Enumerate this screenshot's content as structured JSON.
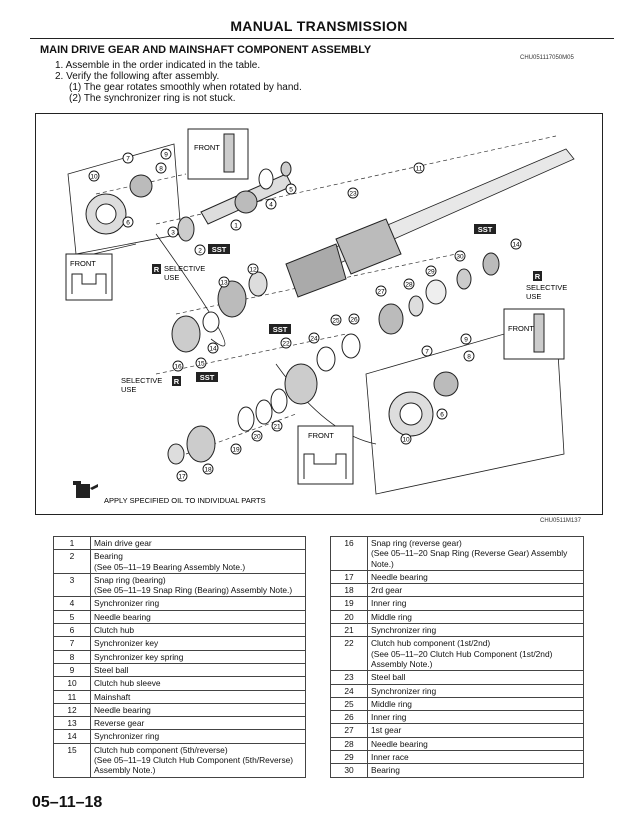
{
  "header": {
    "title": "MANUAL TRANSMISSION"
  },
  "section": {
    "title": "MAIN DRIVE GEAR AND MAINSHAFT COMPONENT ASSEMBLY",
    "code": "CHU051117050M05"
  },
  "steps": [
    "1. Assemble in the order indicated in the table.",
    "2. Verify the following after assembly.",
    "(1) The gear rotates smoothly when rotated by hand.",
    "(2) The synchronizer ring is not stuck."
  ],
  "diagram": {
    "front": "FRONT",
    "sst": "SST",
    "r": "R",
    "selective1": "SELECTIVE",
    "use": "USE",
    "selective2": "SELECTIVE",
    "selective3": "SELECTIVE",
    "oil_note": "APPLY SPECIFIED OIL TO INDIVIDUAL PARTS",
    "code": "CHU0511M137",
    "callouts": [
      "1",
      "2",
      "3",
      "4",
      "5",
      "6",
      "7",
      "8",
      "9",
      "10",
      "11",
      "12",
      "13",
      "14",
      "15",
      "16",
      "17",
      "18",
      "19",
      "20",
      "21",
      "22",
      "23",
      "24",
      "25",
      "26",
      "27",
      "28",
      "29",
      "30",
      "6",
      "7",
      "8",
      "9",
      "10"
    ]
  },
  "table_left": [
    {
      "no": "1",
      "item": "Main drive gear"
    },
    {
      "no": "2",
      "item": "Bearing\n(See 05–11–19 Bearing Assembly Note.)"
    },
    {
      "no": "3",
      "item": "Snap ring (bearing)\n(See 05–11–19 Snap Ring (Bearing) Assembly Note.)"
    },
    {
      "no": "4",
      "item": "Synchronizer ring"
    },
    {
      "no": "5",
      "item": "Needle bearing"
    },
    {
      "no": "6",
      "item": "Clutch hub"
    },
    {
      "no": "7",
      "item": "Synchronizer key"
    },
    {
      "no": "8",
      "item": "Synchronizer key spring"
    },
    {
      "no": "9",
      "item": "Steel ball"
    },
    {
      "no": "10",
      "item": "Clutch hub sleeve"
    },
    {
      "no": "11",
      "item": "Mainshaft"
    },
    {
      "no": "12",
      "item": "Needle bearing"
    },
    {
      "no": "13",
      "item": "Reverse gear"
    },
    {
      "no": "14",
      "item": "Synchronizer ring"
    },
    {
      "no": "15",
      "item": "Clutch hub component (5th/reverse)\n(See 05–11–19 Clutch Hub Component (5th/Reverse) Assembly Note.)"
    }
  ],
  "table_right": [
    {
      "no": "16",
      "item": "Snap ring (reverse gear)\n(See 05–11–20 Snap Ring (Reverse Gear) Assembly Note.)"
    },
    {
      "no": "17",
      "item": "Needle bearing"
    },
    {
      "no": "18",
      "item": "2rd gear"
    },
    {
      "no": "19",
      "item": "Inner ring"
    },
    {
      "no": "20",
      "item": "Middle ring"
    },
    {
      "no": "21",
      "item": "Synchronizer ring"
    },
    {
      "no": "22",
      "item": "Clutch hub component (1st/2nd)\n(See 05–11–20 Clutch Hub Component (1st/2nd) Assembly Note.)"
    },
    {
      "no": "23",
      "item": "Steel ball"
    },
    {
      "no": "24",
      "item": "Synchronizer ring"
    },
    {
      "no": "25",
      "item": "Middle ring"
    },
    {
      "no": "26",
      "item": "Inner ring"
    },
    {
      "no": "27",
      "item": "1st gear"
    },
    {
      "no": "28",
      "item": "Needle bearing"
    },
    {
      "no": "29",
      "item": "Inner race"
    },
    {
      "no": "30",
      "item": "Bearing"
    }
  ],
  "footer": {
    "page": "05–11–18"
  }
}
